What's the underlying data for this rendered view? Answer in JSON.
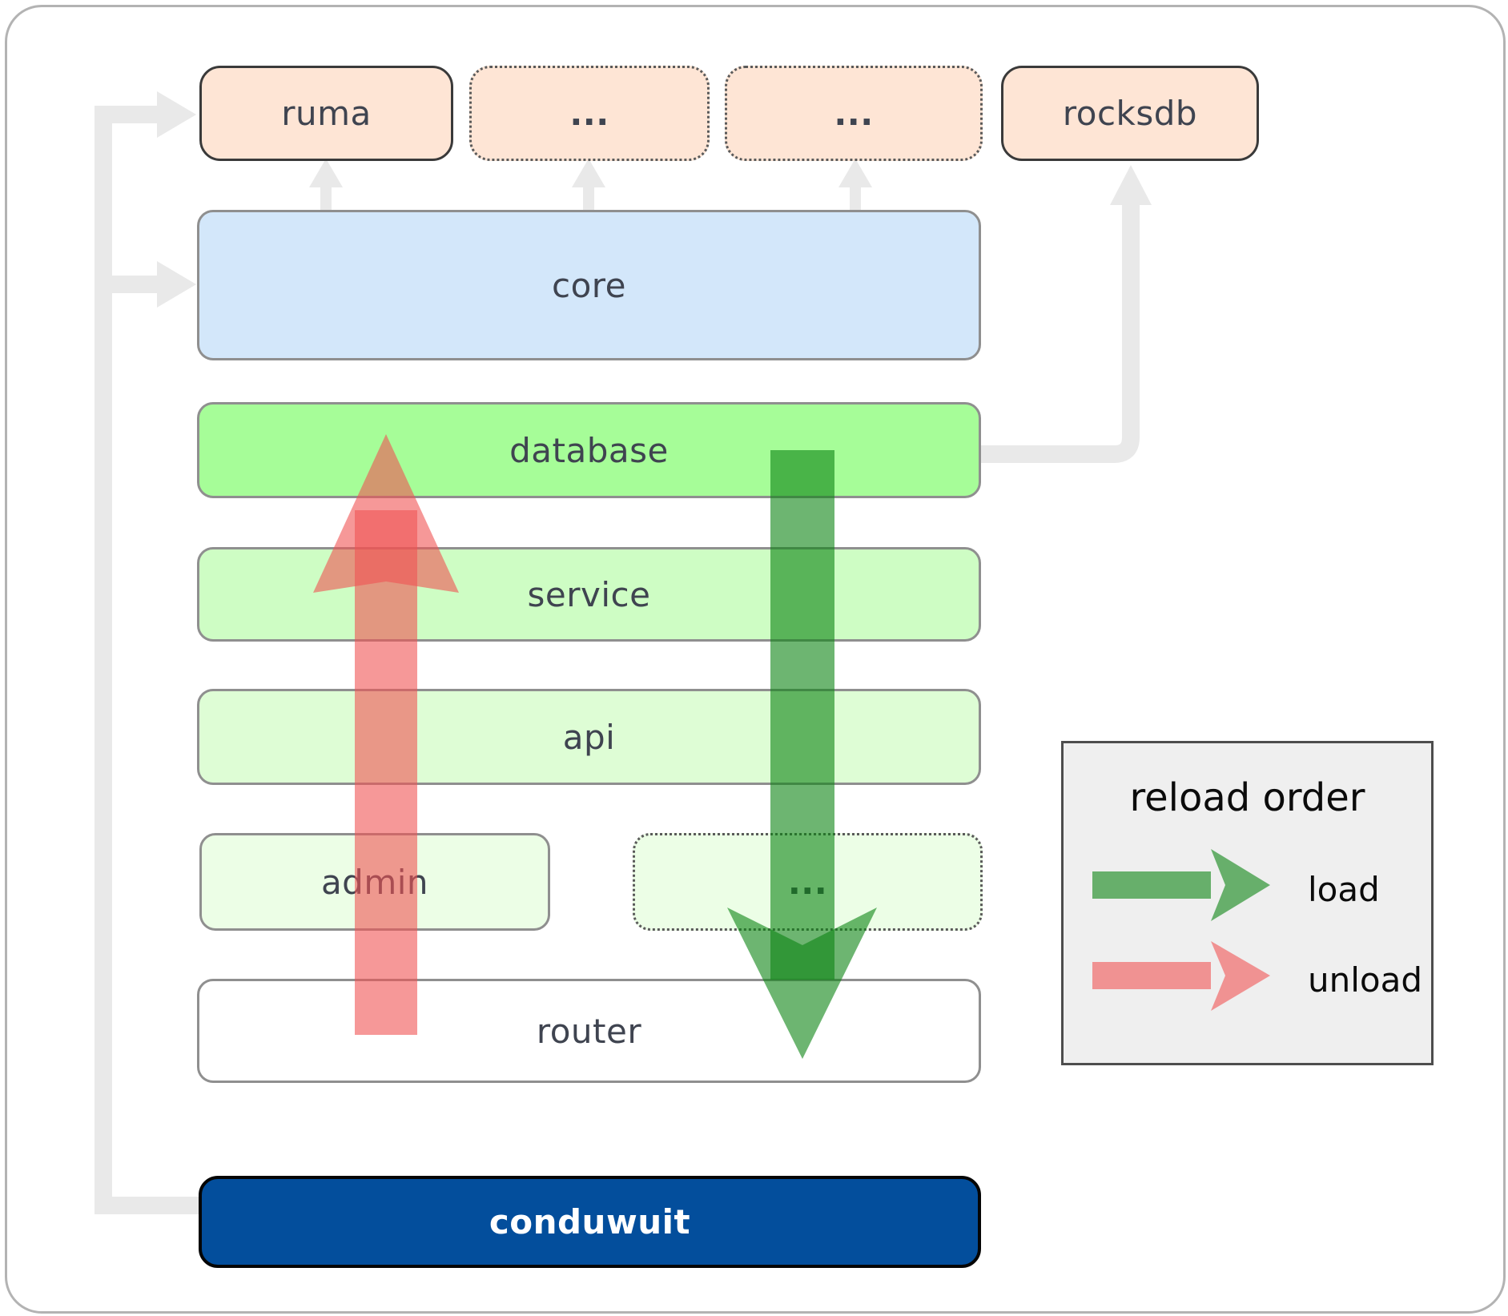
{
  "boxes": {
    "ruma": "ruma",
    "external1": "...",
    "external2": "...",
    "rocksdb": "rocksdb",
    "core": "core",
    "database": "database",
    "service": "service",
    "api": "api",
    "admin": "admin",
    "admin_more": "...",
    "router": "router",
    "conduwuit": "conduwuit"
  },
  "legend": {
    "title": "reload order",
    "load_label": "load",
    "unload_label": "unload"
  },
  "colors": {
    "peach": "#fee5d5",
    "peach_border": "#3a3a3a",
    "blue": "#d3e7fa",
    "green_bright": "#a6fd98",
    "green_light": "#cefdc4",
    "green_lighter": "#defdd5",
    "green_faint": "#ecfee6",
    "navy": "#034e9c",
    "arrow_green": "#0c8413",
    "arrow_red": "#f05454",
    "connector": "#e9e9e9",
    "legend_bg": "#efefef",
    "label_text": "#3f4450"
  }
}
